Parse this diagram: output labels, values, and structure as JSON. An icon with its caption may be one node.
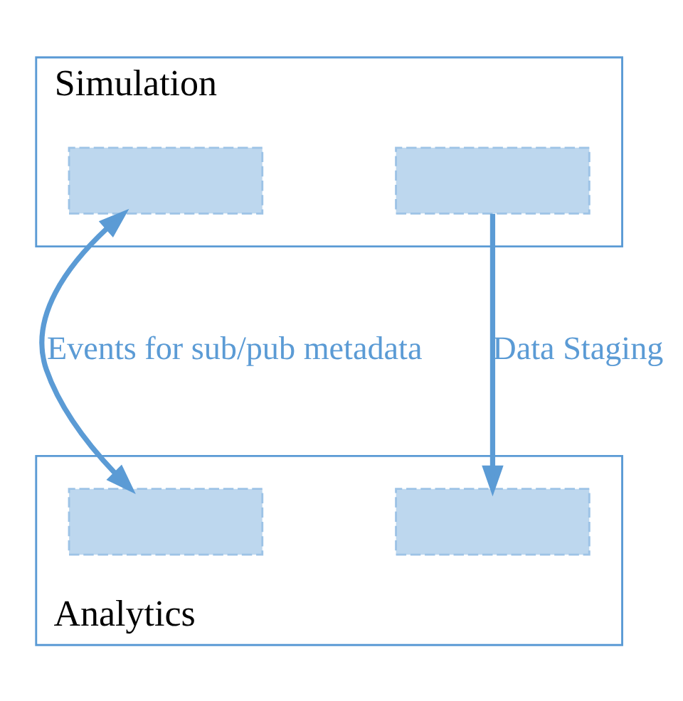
{
  "diagram": {
    "nodes": [
      {
        "text": [
          "Simulation"
        ]
      },
      {
        "text": [],
        "shape": "box",
        "in": 0
      },
      {
        "text": [],
        "shape": "box",
        "in": 0
      },
      {
        "text": [
          "Analytics"
        ]
      },
      {
        "text": [],
        "shape": "box",
        "in": 3
      },
      {
        "text": [],
        "shape": "box",
        "in": 3
      }
    ],
    "edges": [
      {
        "from": 1,
        "to": 4,
        "arrow": "both",
        "label": "Events for sub/pub metadata"
      },
      {
        "from": 2,
        "to": 5,
        "arrow": "to",
        "label": "Data Staging"
      }
    ]
  }
}
